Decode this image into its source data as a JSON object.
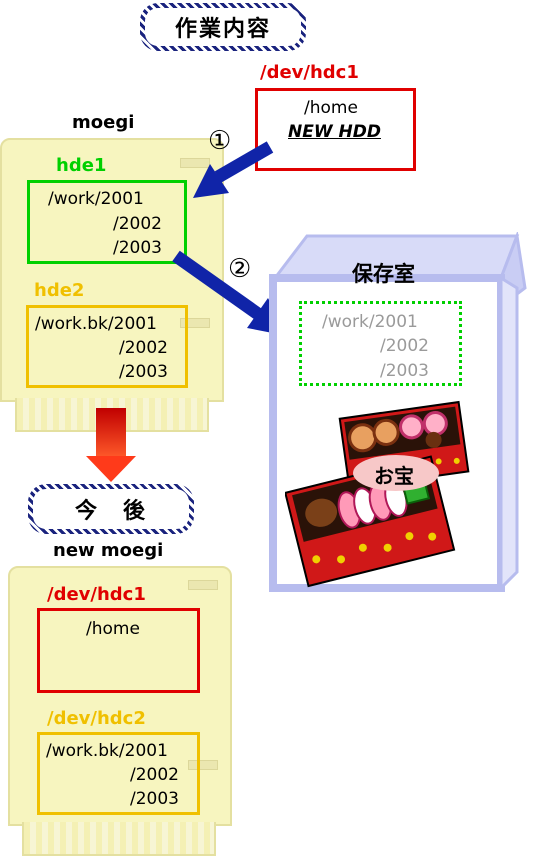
{
  "title_pill": "作業内容",
  "future_pill": "今　後",
  "new_disk": {
    "device": "/dev/hdc1",
    "mount": "/home",
    "label": "NEW HDD"
  },
  "moegi": {
    "name": "moegi",
    "hde1": {
      "label": "hde1",
      "lines": [
        "/work/2001",
        "/2002",
        "/2003"
      ]
    },
    "hde2": {
      "label": "hde2",
      "lines": [
        "/work.bk/2001",
        "/2002",
        "/2003"
      ]
    }
  },
  "steps": [
    "①",
    "②"
  ],
  "storage": {
    "title": "保存室",
    "lines": [
      "/work/2001",
      "/2002",
      "/2003"
    ],
    "treasure_label": "お宝"
  },
  "new_moegi": {
    "name": "new moegi",
    "hdc1": {
      "label": "/dev/hdc1",
      "mount": "/home"
    },
    "hdc2": {
      "label": "/dev/hdc2",
      "lines": [
        "/work.bk/2001",
        "/2002",
        "/2003"
      ]
    }
  },
  "colors": {
    "red": "#e00000",
    "green": "#00d000",
    "amber": "#f0c000",
    "navy": "#1024a8",
    "lavender": "#c0c4f0"
  }
}
